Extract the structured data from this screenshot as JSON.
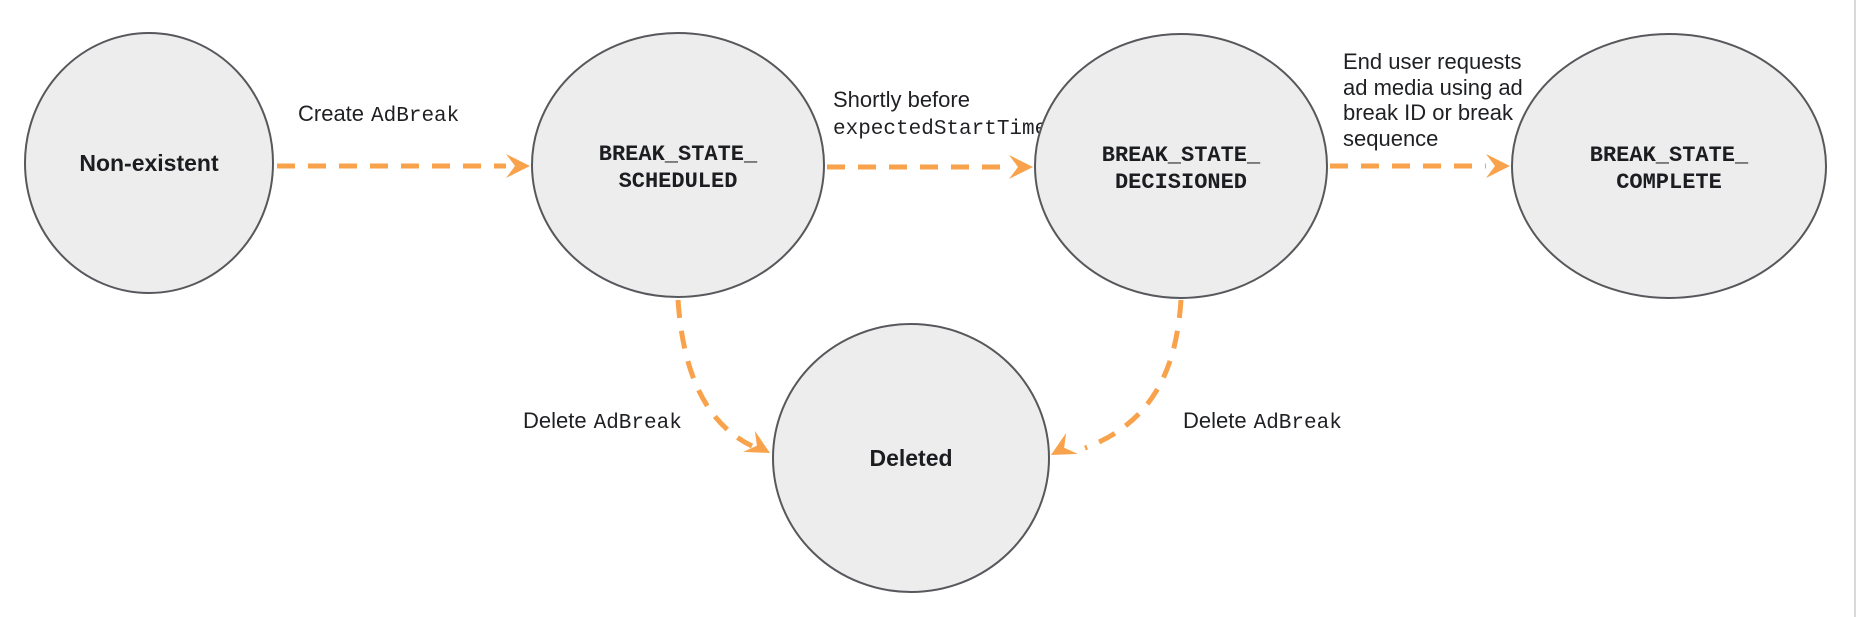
{
  "colors": {
    "arrow": "#F9A24C",
    "node_fill": "#EDEDED",
    "node_stroke": "#56585C",
    "text": "#1C1D21",
    "page_border": "#D9D9D9"
  },
  "nodes": {
    "non_existent": {
      "label": "Non-existent"
    },
    "scheduled": {
      "line1": "BREAK_STATE_",
      "line2": "SCHEDULED"
    },
    "decisioned": {
      "line1": "BREAK_STATE_",
      "line2": "DECISIONED"
    },
    "complete": {
      "line1": "BREAK_STATE_",
      "line2": "COMPLETE"
    },
    "deleted": {
      "label": "Deleted"
    }
  },
  "edges": {
    "create": {
      "prefix": "Create",
      "code": "AdBreak"
    },
    "shortly_before": {
      "line1": "Shortly before",
      "line2_code": "expectedStartTime"
    },
    "end_user": {
      "line1": "End user requests",
      "line2": "ad media using ad",
      "line3": "break ID or break",
      "line4": "sequence"
    },
    "delete_left": {
      "prefix": "Delete",
      "code": "AdBreak"
    },
    "delete_right": {
      "prefix": "Delete",
      "code": "AdBreak"
    }
  }
}
